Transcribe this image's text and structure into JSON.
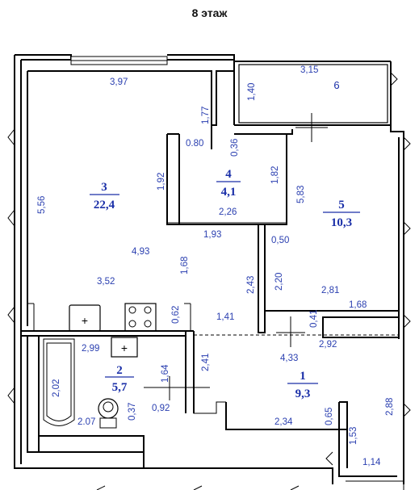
{
  "floor_label": "8 этаж",
  "rooms": [
    {
      "id": "3",
      "number": "3",
      "area": "22,4"
    },
    {
      "id": "4",
      "number": "4",
      "area": "4,1"
    },
    {
      "id": "5",
      "number": "5",
      "area": "10,3"
    },
    {
      "id": "6",
      "number": "6",
      "area": ""
    },
    {
      "id": "2",
      "number": "2",
      "area": "5,7"
    },
    {
      "id": "1",
      "number": "1",
      "area": "9,3"
    }
  ],
  "dimensions": {
    "d397": "3,97",
    "d315": "3,15",
    "d140": "1,40",
    "d177": "1,77",
    "d080": "0.80",
    "d036": "0,36",
    "d192": "1,92",
    "d182": "1,82",
    "d556": "5,56",
    "d583": "5,83",
    "d226": "2,26",
    "d193": "1,93",
    "d050": "0,50",
    "d493": "4,93",
    "d168a": "1,68",
    "d352": "3,52",
    "d243": "2,43",
    "d220": "2,20",
    "d281": "2,81",
    "d168b": "1,68",
    "d062": "0,62",
    "d141": "1,41",
    "d041": "0,41",
    "d299": "2,99",
    "d241": "2,41",
    "d433": "4,33",
    "d292": "2,92",
    "d202": "2,02",
    "d164": "1,64",
    "d288": "2,88",
    "d207": "2.07",
    "d037": "0,37",
    "d092": "0,92",
    "d234": "2,34",
    "d065": "0,65",
    "d153": "1,53",
    "d114": "1,14"
  },
  "colors": {
    "dimension_text": "#2a3fb0",
    "walls": "#000000"
  }
}
